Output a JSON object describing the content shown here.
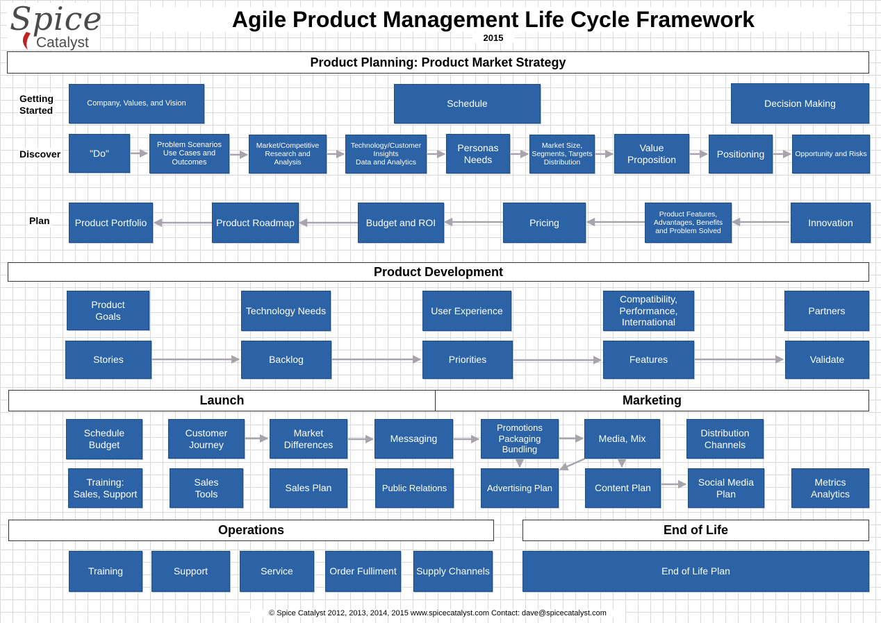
{
  "header": {
    "logo_main": "Spice",
    "logo_sub": "Catalyst",
    "title": "Agile Product Management Life Cycle Framework",
    "year": "2015"
  },
  "sections": {
    "planning": "Product Planning: Product Market Strategy",
    "development": "Product Development",
    "launch": "Launch",
    "marketing": "Marketing",
    "operations": "Operations",
    "end_of_life": "End of Life"
  },
  "row_labels": {
    "getting_started": "Getting\nStarted",
    "discover": "Discover",
    "plan": "Plan"
  },
  "getting_started": {
    "company": "Company, Values, and Vision",
    "schedule": "Schedule",
    "decision": "Decision Making"
  },
  "discover": {
    "do": "\"Do\"",
    "problem": "Problem Scenarios\nUse Cases and\nOutcomes",
    "market": "Market/Competitive\nResearch and Analysis",
    "tech": "Technology/Customer\nInsights\nData and Analytics",
    "personas": "Personas\nNeeds",
    "market_size": "Market Size,\nSegments, Targets\nDistribution",
    "value": "Value\nProposition",
    "positioning": "Positioning",
    "opportunity": "Opportunity and Risks"
  },
  "plan": {
    "portfolio": "Product Portfolio",
    "roadmap": "Product Roadmap",
    "budget": "Budget and ROI",
    "pricing": "Pricing",
    "features": "Product Features,\nAdvantages, Benefits\nand Problem Solved",
    "innovation": "Innovation"
  },
  "development": {
    "goals": "Product\nGoals",
    "tech_needs": "Technology Needs",
    "ux": "User Experience",
    "compat": "Compatibility,\nPerformance,\nInternational",
    "partners": "Partners",
    "stories": "Stories",
    "backlog": "Backlog",
    "priorities": "Priorities",
    "features": "Features",
    "validate": "Validate"
  },
  "launch_marketing": {
    "schedule_budget": "Schedule\nBudget",
    "customer_journey": "Customer\nJourney",
    "market_diff": "Market\nDifferences",
    "messaging": "Messaging",
    "promotions": "Promotions\nPackaging\nBundling",
    "media_mix": "Media, Mix",
    "distribution": "Distribution\nChannels",
    "training": "Training:\nSales, Support",
    "sales_tools": "Sales\nTools",
    "sales_plan": "Sales Plan",
    "pr": "Public Relations",
    "advertising": "Advertising Plan",
    "content": "Content Plan",
    "social": "Social Media\nPlan",
    "metrics": "Metrics\nAnalytics"
  },
  "operations": {
    "training": "Training",
    "support": "Support",
    "service": "Service",
    "order": "Order Fulliment",
    "supply": "Supply Channels"
  },
  "end_of_life": {
    "plan": "End of Life Plan"
  },
  "footer": "© Spice Catalyst 2012, 2013, 2014, 2015  www.spicecatalyst.com Contact: dave@spicecatalyst.com",
  "colors": {
    "box_fill": "#2b63a6",
    "box_border": "#1e4c85",
    "arrow": "#a9a3ad",
    "grid": "#d9d9d9"
  }
}
